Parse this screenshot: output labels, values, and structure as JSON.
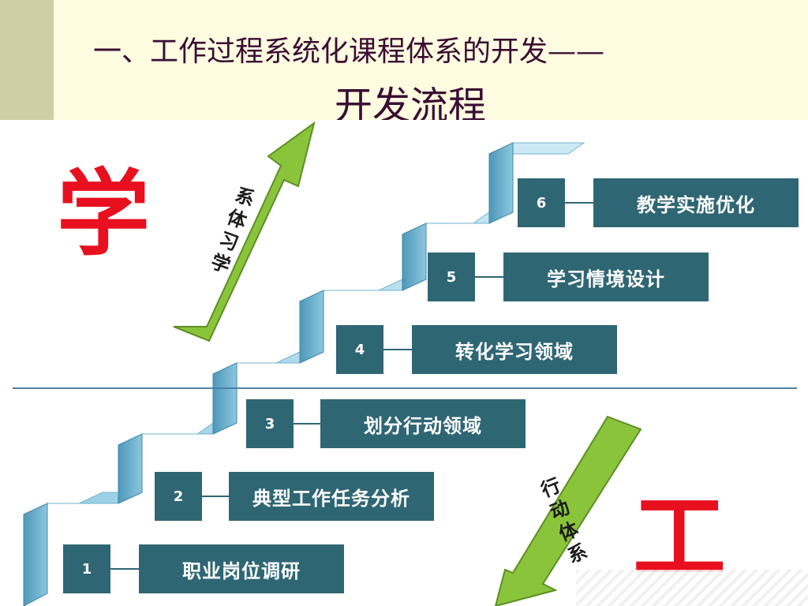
{
  "header": {
    "title_line1": "一、工作过程系统化课程体系的开发——",
    "title_line2": "开发流程"
  },
  "diagram": {
    "left_char": "学",
    "right_char": "工",
    "up_arrow_text": "系体习学",
    "down_arrow_text": "行动体系",
    "colors": {
      "box": "#2f6674",
      "stair_top": "#a8d8ea",
      "stair_face": "#5fa8c8",
      "arrow": "#8ac43a",
      "accent_red": "#e8101e",
      "divider": "#4d7fa8"
    },
    "steps": [
      {
        "number": "1",
        "label": "职业岗位调研"
      },
      {
        "number": "2",
        "label": "典型工作任务分析"
      },
      {
        "number": "3",
        "label": "划分行动领域"
      },
      {
        "number": "4",
        "label": "转化学习领域"
      },
      {
        "number": "5",
        "label": "学习情境设计"
      },
      {
        "number": "6",
        "label": "教学实施优化"
      }
    ]
  }
}
